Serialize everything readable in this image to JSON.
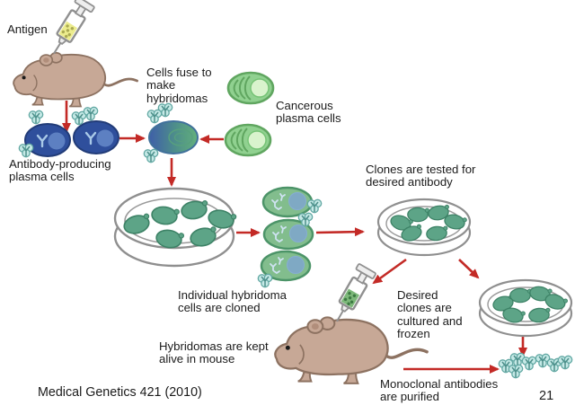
{
  "title": "Monoclonal antibody production (hybridoma) diagram",
  "labels": {
    "antigen": "Antigen",
    "cells_fuse": "Cells fuse to\nmake\nhybridomas",
    "cancerous_cells": "Cancerous\nplasma cells",
    "antibody_producing": "Antibody-producing\nplasma cells",
    "clones_tested": "Clones are tested for\ndesired antibody",
    "individual_cloned": "Individual hybridoma\ncells are cloned",
    "desired_clones": "Desired\nclones are\ncultured and\nfrozen",
    "hybridomas_kept": "Hybridomas are kept\nalive in mouse",
    "monoclonal_purified": "Monoclonal antibodies\nare purified"
  },
  "footer": {
    "credit": "Medical Genetics 421 (2010)",
    "page_number": "21"
  },
  "icons": [
    "syringe-icon",
    "mouse-icon",
    "plasma-cell-icon",
    "cancer-cell-icon",
    "hybridoma-fused-cell-icon",
    "hybridoma-cell-icon",
    "petri-dish-icon",
    "antibody-icon",
    "flow-arrow"
  ],
  "colors": {
    "background": "#ffffff",
    "text": "#1b1b1b",
    "arrow_red": "#c32a26",
    "mouse_body": "#c7a896",
    "plasma_cell_blue": "#2f4f9c",
    "cancer_cell_green": "#90d190",
    "dish_cell_teal": "#5da487",
    "antibody_teal": "#c5e9e6",
    "antigen_liquid_yellow": "#ecec8e",
    "hybridoma_liquid_green": "#7db87a",
    "dish_outline_gray": "#8f8f8f"
  }
}
